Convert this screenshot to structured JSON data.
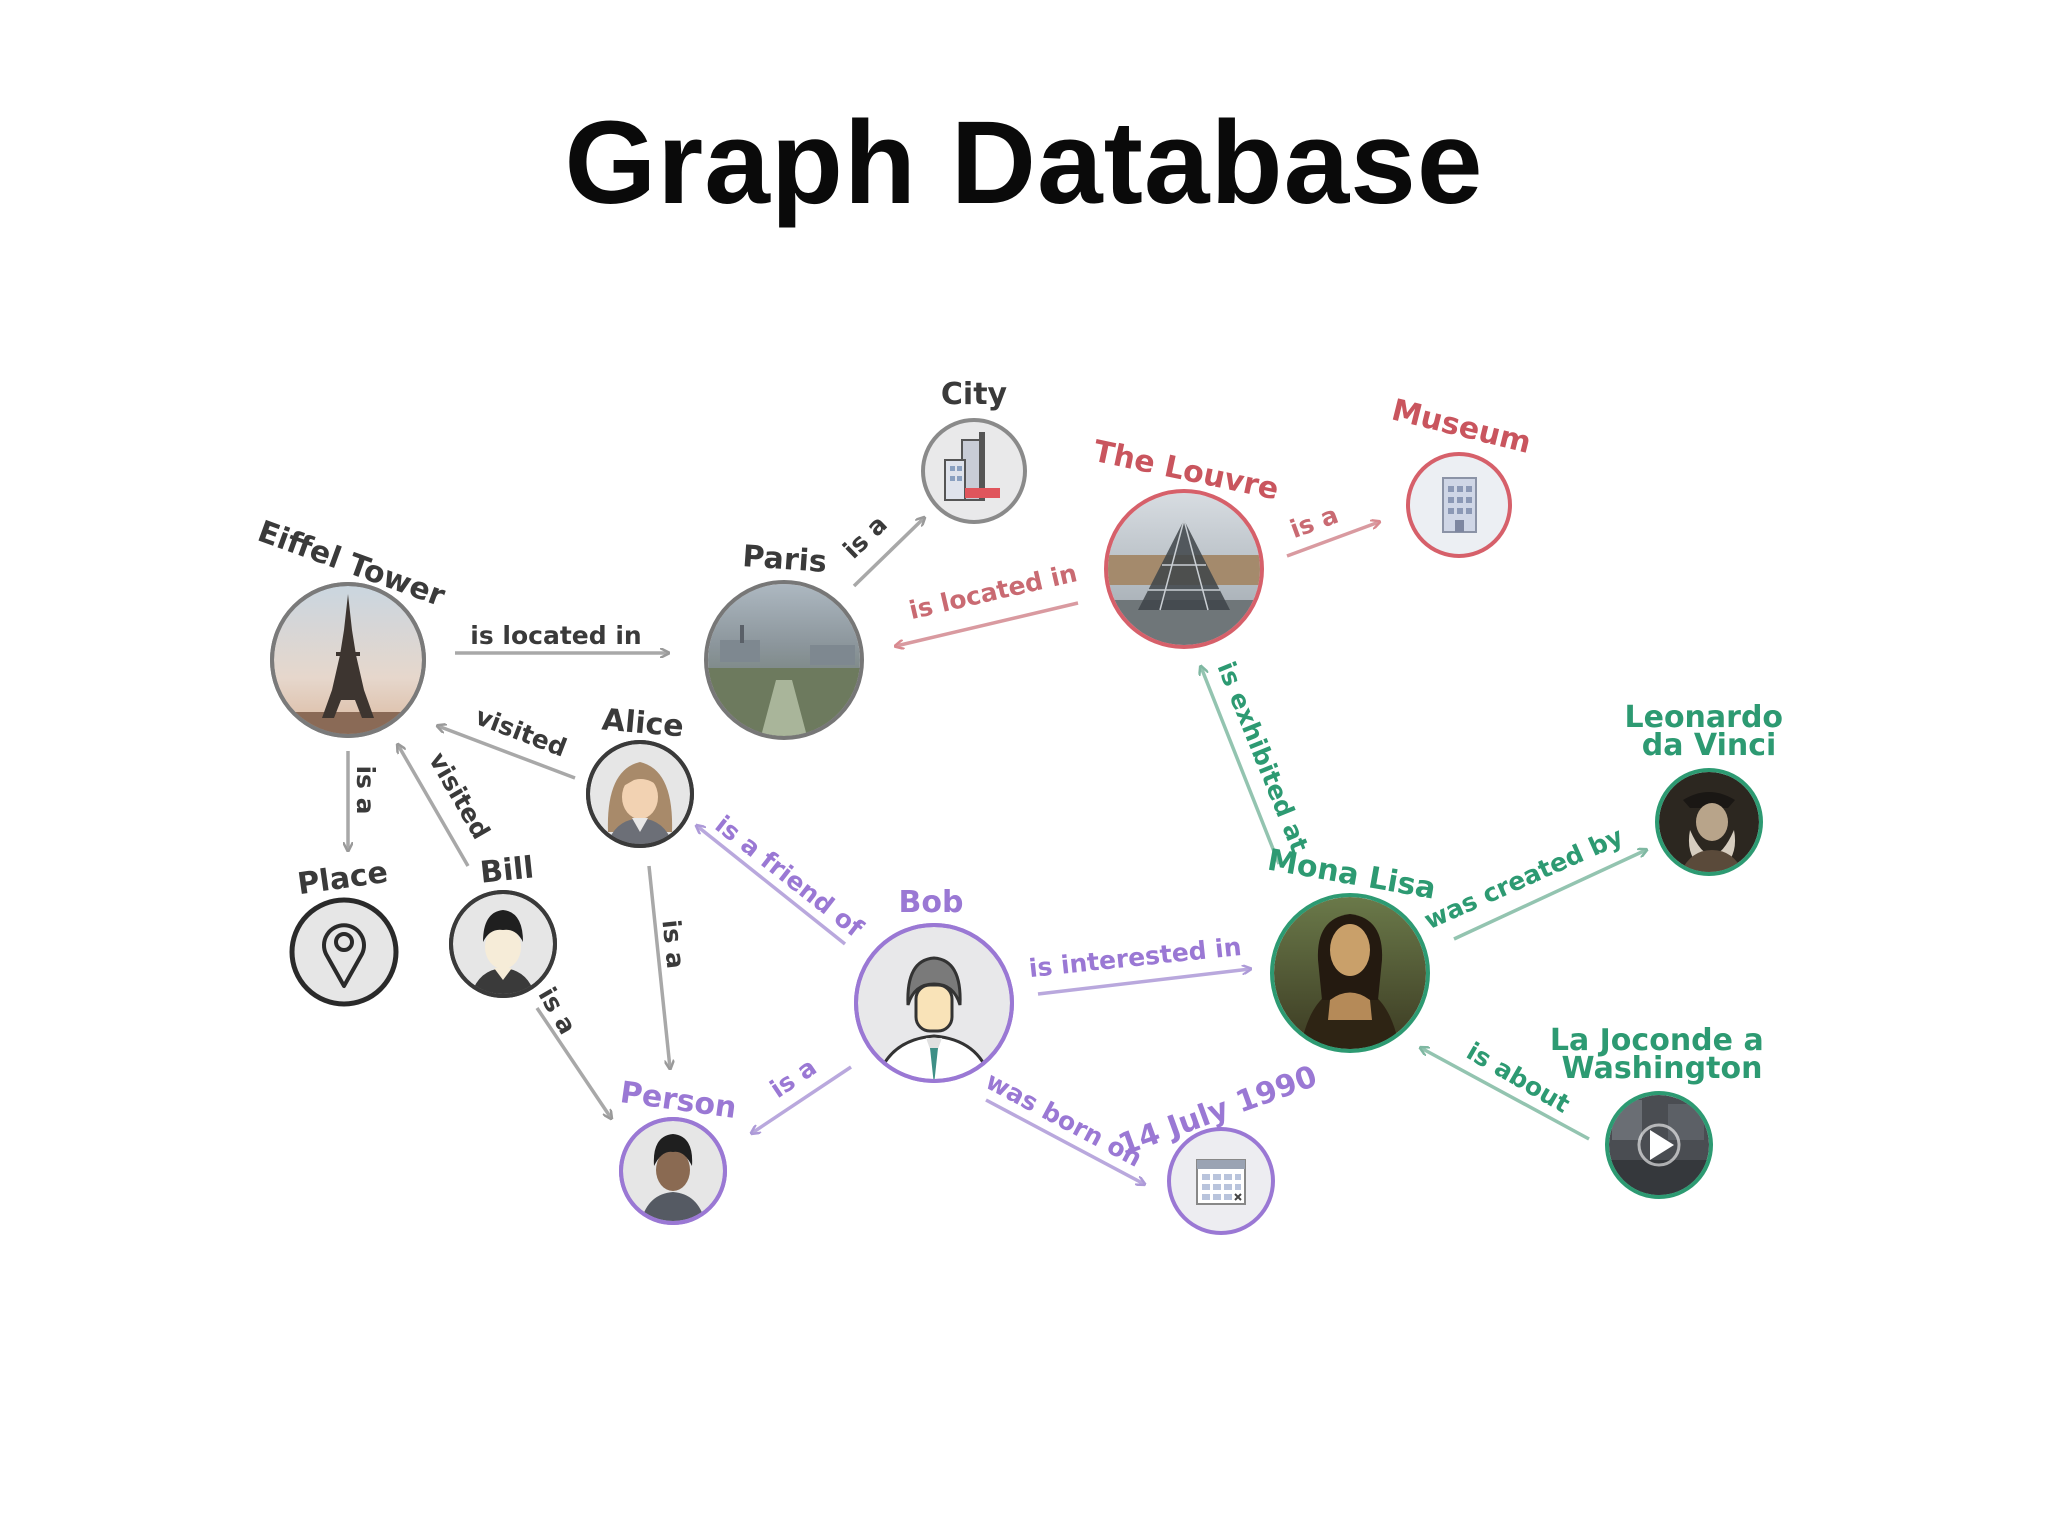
{
  "title": "Graph Database",
  "colors": {
    "gray": "#7a7a7a",
    "red": "#d6606a",
    "purple": "#9a78d4",
    "green": "#2d9a72",
    "text_dark": "#3a3a3a"
  },
  "nodes": [
    {
      "id": "eiffel",
      "label": "Eiffel Tower",
      "color": "gray",
      "icon": "eiffel-tower-icon"
    },
    {
      "id": "paris",
      "label": "Paris",
      "color": "gray",
      "icon": "city-photo-icon"
    },
    {
      "id": "city",
      "label": "City",
      "color": "gray",
      "icon": "building-icon"
    },
    {
      "id": "louvre",
      "label": "The Louvre",
      "color": "red",
      "icon": "pyramid-icon"
    },
    {
      "id": "museum",
      "label": "Museum",
      "color": "red",
      "icon": "museum-building-icon"
    },
    {
      "id": "alice",
      "label": "Alice",
      "color": "gray",
      "icon": "woman-avatar-icon"
    },
    {
      "id": "bill",
      "label": "Bill",
      "color": "gray",
      "icon": "man-avatar-icon"
    },
    {
      "id": "place",
      "label": "Place",
      "color": "gray",
      "icon": "location-pin-icon"
    },
    {
      "id": "bob",
      "label": "Bob",
      "color": "purple",
      "icon": "businessman-avatar-icon"
    },
    {
      "id": "person",
      "label": "Person",
      "color": "purple",
      "icon": "person-avatar-icon"
    },
    {
      "id": "date",
      "label": "14 July 1990",
      "color": "purple",
      "icon": "calendar-icon"
    },
    {
      "id": "mona",
      "label": "Mona Lisa",
      "color": "green",
      "icon": "portrait-painting-icon"
    },
    {
      "id": "leonardo",
      "label": "Leonardo da Vinci",
      "color": "green",
      "icon": "bearded-man-portrait-icon"
    },
    {
      "id": "video",
      "label": "La Joconde a Washington",
      "color": "green",
      "icon": "play-video-icon"
    }
  ],
  "edges": [
    {
      "id": "e1",
      "from": "eiffel",
      "to": "paris",
      "label": "is located in",
      "color": "gray"
    },
    {
      "id": "e2",
      "from": "paris",
      "to": "city",
      "label": "is a",
      "color": "gray"
    },
    {
      "id": "e3",
      "from": "louvre",
      "to": "paris",
      "label": "is located in",
      "color": "red"
    },
    {
      "id": "e4",
      "from": "louvre",
      "to": "museum",
      "label": "is a",
      "color": "red"
    },
    {
      "id": "e5",
      "from": "alice",
      "to": "eiffel",
      "label": "visited",
      "color": "gray"
    },
    {
      "id": "e6",
      "from": "bill",
      "to": "eiffel",
      "label": "visited",
      "color": "gray"
    },
    {
      "id": "e7",
      "from": "eiffel",
      "to": "place",
      "label": "is a",
      "color": "gray"
    },
    {
      "id": "e8",
      "from": "alice",
      "to": "person",
      "label": "is a",
      "color": "gray"
    },
    {
      "id": "e9",
      "from": "bill",
      "to": "person",
      "label": "is a",
      "color": "gray"
    },
    {
      "id": "e10",
      "from": "bob",
      "to": "alice",
      "label": "is a friend of",
      "color": "purple"
    },
    {
      "id": "e11",
      "from": "bob",
      "to": "person",
      "label": "is a",
      "color": "purple"
    },
    {
      "id": "e12",
      "from": "bob",
      "to": "date",
      "label": "was born on",
      "color": "purple"
    },
    {
      "id": "e13",
      "from": "bob",
      "to": "mona",
      "label": "is interested in",
      "color": "purple"
    },
    {
      "id": "e14",
      "from": "mona",
      "to": "louvre",
      "label": "is exhibited at",
      "color": "green"
    },
    {
      "id": "e15",
      "from": "mona",
      "to": "leonardo",
      "label": "was created by",
      "color": "green"
    },
    {
      "id": "e16",
      "from": "video",
      "to": "mona",
      "label": "is about",
      "color": "green"
    }
  ]
}
